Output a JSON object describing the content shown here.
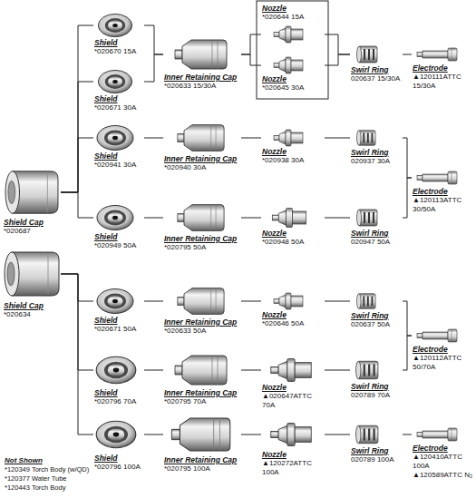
{
  "diagram": {
    "nodes": [
      {
        "text": [
          "Shield Cap",
          "*020687"
        ]
      },
      {
        "text": [
          "Shield Cap",
          "*020634"
        ]
      },
      {
        "text": [
          "Shield",
          "*020670 15A"
        ]
      },
      {
        "text": [
          "Shield",
          "*020671 30A"
        ]
      },
      {
        "text": [
          "Shield",
          "*020941 30A"
        ]
      },
      {
        "text": [
          "Shield",
          "*020949 50A"
        ]
      },
      {
        "text": [
          "Shield",
          "*020671 50A"
        ]
      },
      {
        "text": [
          "Shield",
          "*020796 70A"
        ]
      },
      {
        "text": [
          "Shield",
          "*020796 100A"
        ]
      },
      {
        "text": [
          "Inner Retaining Cap",
          "*020633 15/30A"
        ]
      },
      {
        "text": [
          "Inner Retaining Cap",
          "*020940 30A"
        ]
      },
      {
        "text": [
          "Inner Retaining Cap",
          "*020795 50A"
        ]
      },
      {
        "text": [
          "Inner Retaining Cap",
          "*020633 50A"
        ]
      },
      {
        "text": [
          "Inner Retaining Cap",
          "*020795 70A"
        ]
      },
      {
        "text": [
          "Inner Retaining Cap",
          "*020795 100A"
        ]
      },
      {
        "text": [
          "Nozzle",
          "*020644 15A"
        ]
      },
      {
        "text": [
          "Nozzle",
          "*020645 30A"
        ]
      },
      {
        "text": [
          "Nozzle",
          "*020938 30A"
        ]
      },
      {
        "text": [
          "Nozzle",
          "*020948 50A"
        ]
      },
      {
        "text": [
          "Nozzle",
          "*020646 50A"
        ]
      },
      {
        "text": [
          "Nozzle",
          "▲020647ATTC 70A"
        ]
      },
      {
        "text": [
          "Nozzle",
          "▲120272ATTC 100A"
        ]
      },
      {
        "text": [
          "Swirl Ring",
          "020637 15/30A"
        ]
      },
      {
        "text": [
          "Swirl Ring",
          "020937 30A"
        ]
      },
      {
        "text": [
          "Swirl Ring",
          "020947 50A"
        ]
      },
      {
        "text": [
          "Swirl Ring",
          "020637 50A"
        ]
      },
      {
        "text": [
          "Swirl Ring",
          "020789 70A"
        ]
      },
      {
        "text": [
          "Swirl Ring",
          "020789 100A"
        ]
      },
      {
        "text": [
          "Electrode",
          "▲120111ATTC 15/30A"
        ]
      },
      {
        "text": [
          "Electrode",
          "▲120113ATTC 30/50A"
        ]
      },
      {
        "text": [
          "Electrode",
          "▲120112ATTC 50/70A"
        ]
      },
      {
        "text": [
          "Electrode",
          "▲120410ATTC 100A",
          "▲120589ATTC N₂"
        ]
      }
    ],
    "edges": [
      {
        "from": 0,
        "to": 2,
        "arrow": "none"
      },
      {
        "from": 0,
        "to": 3,
        "arrow": "none"
      },
      {
        "from": 0,
        "to": 4,
        "arrow": "none"
      },
      {
        "from": 0,
        "to": 5,
        "arrow": "none"
      },
      {
        "from": 1,
        "to": 6,
        "arrow": "none"
      },
      {
        "from": 1,
        "to": 7,
        "arrow": "none"
      },
      {
        "from": 1,
        "to": 8,
        "arrow": "none"
      },
      {
        "from": 2,
        "to": 9,
        "arrow": "none"
      },
      {
        "from": 3,
        "to": 9,
        "arrow": "none"
      },
      {
        "from": 4,
        "to": 10,
        "arrow": "none"
      },
      {
        "from": 5,
        "to": 11,
        "arrow": "none"
      },
      {
        "from": 6,
        "to": 12,
        "arrow": "none"
      },
      {
        "from": 7,
        "to": 13,
        "arrow": "none"
      },
      {
        "from": 8,
        "to": 14,
        "arrow": "none"
      },
      {
        "from": 9,
        "to": 15,
        "arrow": "none"
      },
      {
        "from": 9,
        "to": 16,
        "arrow": "none"
      },
      {
        "from": 10,
        "to": 17,
        "arrow": "none"
      },
      {
        "from": 11,
        "to": 18,
        "arrow": "none"
      },
      {
        "from": 12,
        "to": 19,
        "arrow": "none"
      },
      {
        "from": 13,
        "to": 20,
        "arrow": "none"
      },
      {
        "from": 14,
        "to": 21,
        "arrow": "none"
      },
      {
        "from": 15,
        "to": 22,
        "arrow": "none"
      },
      {
        "from": 16,
        "to": 22,
        "arrow": "none"
      },
      {
        "from": 17,
        "to": 23,
        "arrow": "none"
      },
      {
        "from": 18,
        "to": 24,
        "arrow": "none"
      },
      {
        "from": 19,
        "to": 25,
        "arrow": "none"
      },
      {
        "from": 20,
        "to": 26,
        "arrow": "none"
      },
      {
        "from": 21,
        "to": 27,
        "arrow": "none"
      },
      {
        "from": 22,
        "to": 28,
        "arrow": "none"
      },
      {
        "from": 23,
        "to": 29,
        "arrow": "none"
      },
      {
        "from": 24,
        "to": 29,
        "arrow": "none"
      },
      {
        "from": 25,
        "to": 30,
        "arrow": "none"
      },
      {
        "from": 26,
        "to": 30,
        "arrow": "none"
      },
      {
        "from": 27,
        "to": 31,
        "arrow": "none"
      }
    ],
    "labels": [
      "Not Shown",
      "*120349 Torch Body (w/QD)",
      "*120377 Water Tube",
      "*120443 Torch Body"
    ]
  }
}
